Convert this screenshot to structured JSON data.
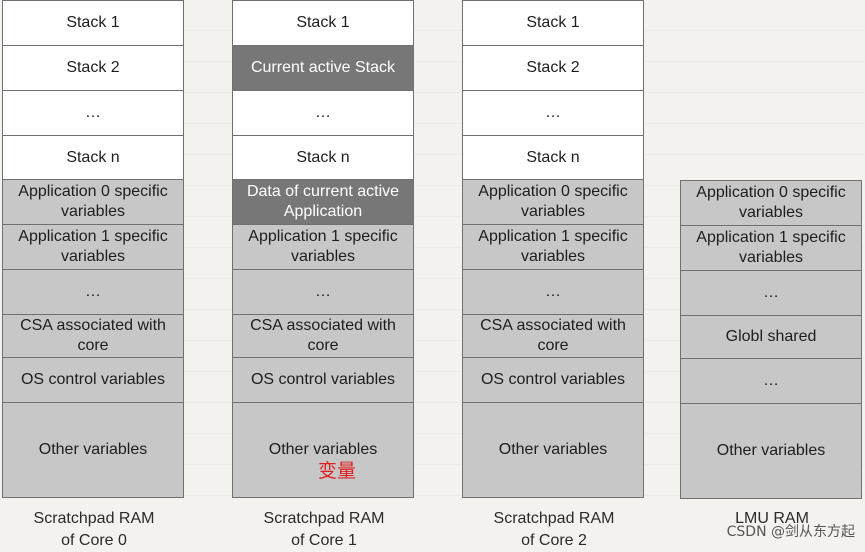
{
  "columns": [
    {
      "caption": [
        "Scratchpad RAM",
        "of Core 0"
      ],
      "cells": [
        "Stack 1",
        "Stack 2",
        "…",
        "Stack n",
        "Application 0 specific variables",
        "Application 1 specific variables",
        "…",
        "CSA associated with core",
        "OS control variables",
        "Other variables"
      ]
    },
    {
      "caption": [
        "Scratchpad RAM",
        "of Core 1"
      ],
      "cells": [
        "Stack 1",
        "Current active Stack",
        "…",
        "Stack n",
        "Data of current active Application",
        "Application 1 specific variables",
        "…",
        "CSA associated with core",
        "OS control variables",
        "Other variables"
      ]
    },
    {
      "caption": [
        "Scratchpad RAM",
        "of Core 2"
      ],
      "cells": [
        "Stack 1",
        "Stack 2",
        "…",
        "Stack n",
        "Application 0 specific variables",
        "Application 1 specific variables",
        "…",
        "CSA associated with core",
        "OS control variables",
        "Other variables"
      ]
    },
    {
      "caption": [
        "LMU RAM"
      ],
      "cells": [
        "Application 0 specific variables",
        "Application 1 specific variables",
        "…",
        "Globl shared",
        "…",
        "Other variables"
      ]
    }
  ],
  "annotation": "变量",
  "watermark": "CSDN @剑从东方起",
  "colors": {
    "light": "#ffffff",
    "grey": "#c7c7c7",
    "dark": "#777777",
    "annotation": "#e02020"
  }
}
